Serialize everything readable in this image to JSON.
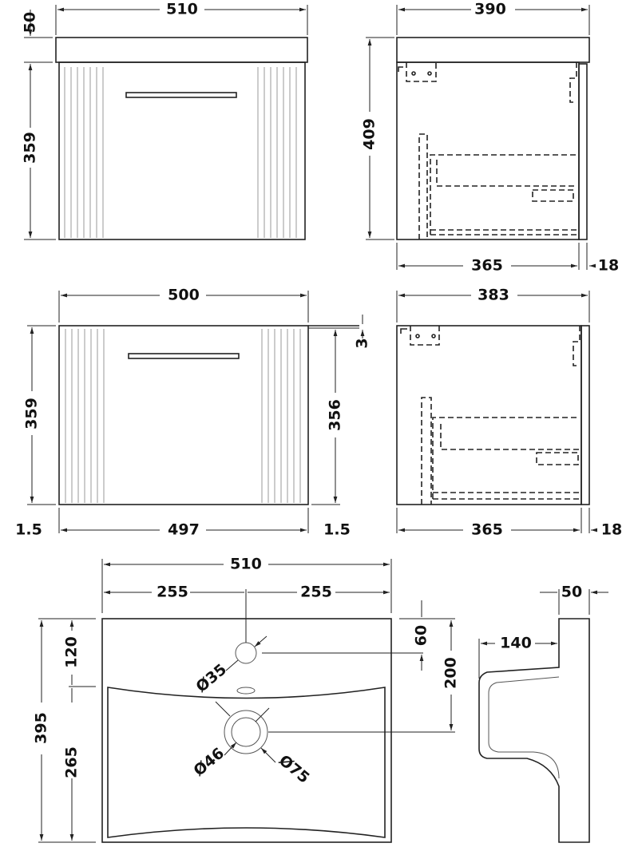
{
  "front_view_with_top": {
    "width_top": "510",
    "top_thickness": "50",
    "height": "359"
  },
  "side_view_with_top": {
    "depth_top": "390",
    "height": "409",
    "depth_body": "365",
    "door_thickness": "18"
  },
  "front_view": {
    "width": "500",
    "height_left": "359",
    "height_right": "356",
    "gap_top": "3",
    "side_left": "1.5",
    "inner_width": "497",
    "side_right": "1.5"
  },
  "side_view": {
    "depth": "383",
    "depth_body": "365",
    "door_thickness": "18"
  },
  "basin_plan": {
    "width": "510",
    "half_left": "255",
    "half_right": "255",
    "tap_offset": "60",
    "waste_offset": "200",
    "depth": "395",
    "rim": "120",
    "bowl": "265",
    "tap_hole": "Ø35",
    "waste_inner": "Ø46",
    "waste_outer": "Ø75"
  },
  "basin_profile": {
    "top_thickness": "50",
    "bowl_depth": "140"
  }
}
